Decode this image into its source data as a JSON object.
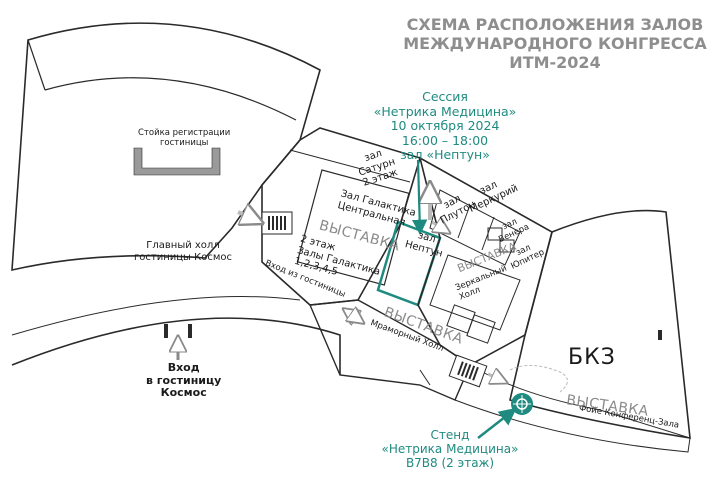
{
  "title": {
    "line1": "СХЕМА РАСПОЛОЖЕНИЯ ЗАЛОВ",
    "line2": "МЕЖДУНАРОДНОГО КОНГРЕССА",
    "line3": "ИТМ-2024"
  },
  "session": {
    "line1": "Сессия",
    "line2": "«Нетрика Медицина»",
    "line3": "10  октября 2024",
    "line4": "16:00 – 18:00",
    "line5": "зал «Нептун»"
  },
  "stand": {
    "line1": "Стенд",
    "line2": "«Нетрика Медицина»",
    "line3": "B7B8 (2 этаж)"
  },
  "labels": {
    "registration": "Стойка регистрации\nгостиницы",
    "main_hall": "Главный холл\nгостиницы Космос",
    "entrance": "Вход\nв гостиницу\nКосмос",
    "saturn": "зал\nСатурн\n2 этаж",
    "galaktika_central": "Зал Галактика\nЦентральная",
    "galaktika_halls": "2 этаж\nЗалы Галактика\n1,2,3,4,5",
    "hotel_entrance": "Вход из гостиницы",
    "neptun": "зал\nНептун",
    "pluton": "зал\nПлутон",
    "merkuriy": "зал\nМеркурий",
    "venera": "зал\nВенера",
    "jupiter": "зал\nЮпитер",
    "mirror_hall": "Зеркальный\nХолл",
    "marble_hall": "Мраморный Холл",
    "foyer": "Фойе Конференц-Зала",
    "bkz": "БКЗ"
  },
  "exhibitions": {
    "galaktika": "ВЫСТАВКА",
    "mirror": "ВЫСТАВКА",
    "marble": "ВЫСТАВКА",
    "foyer": "ВЫСТАВКА"
  },
  "colors": {
    "accent": "#1f8b80",
    "walls": "#2a2a2a",
    "title": "#8e8e8e",
    "exhibition": "#8a8a8a"
  },
  "icons": {
    "stand_marker": "location-pin-icon",
    "arrows": "arrow-icon"
  }
}
